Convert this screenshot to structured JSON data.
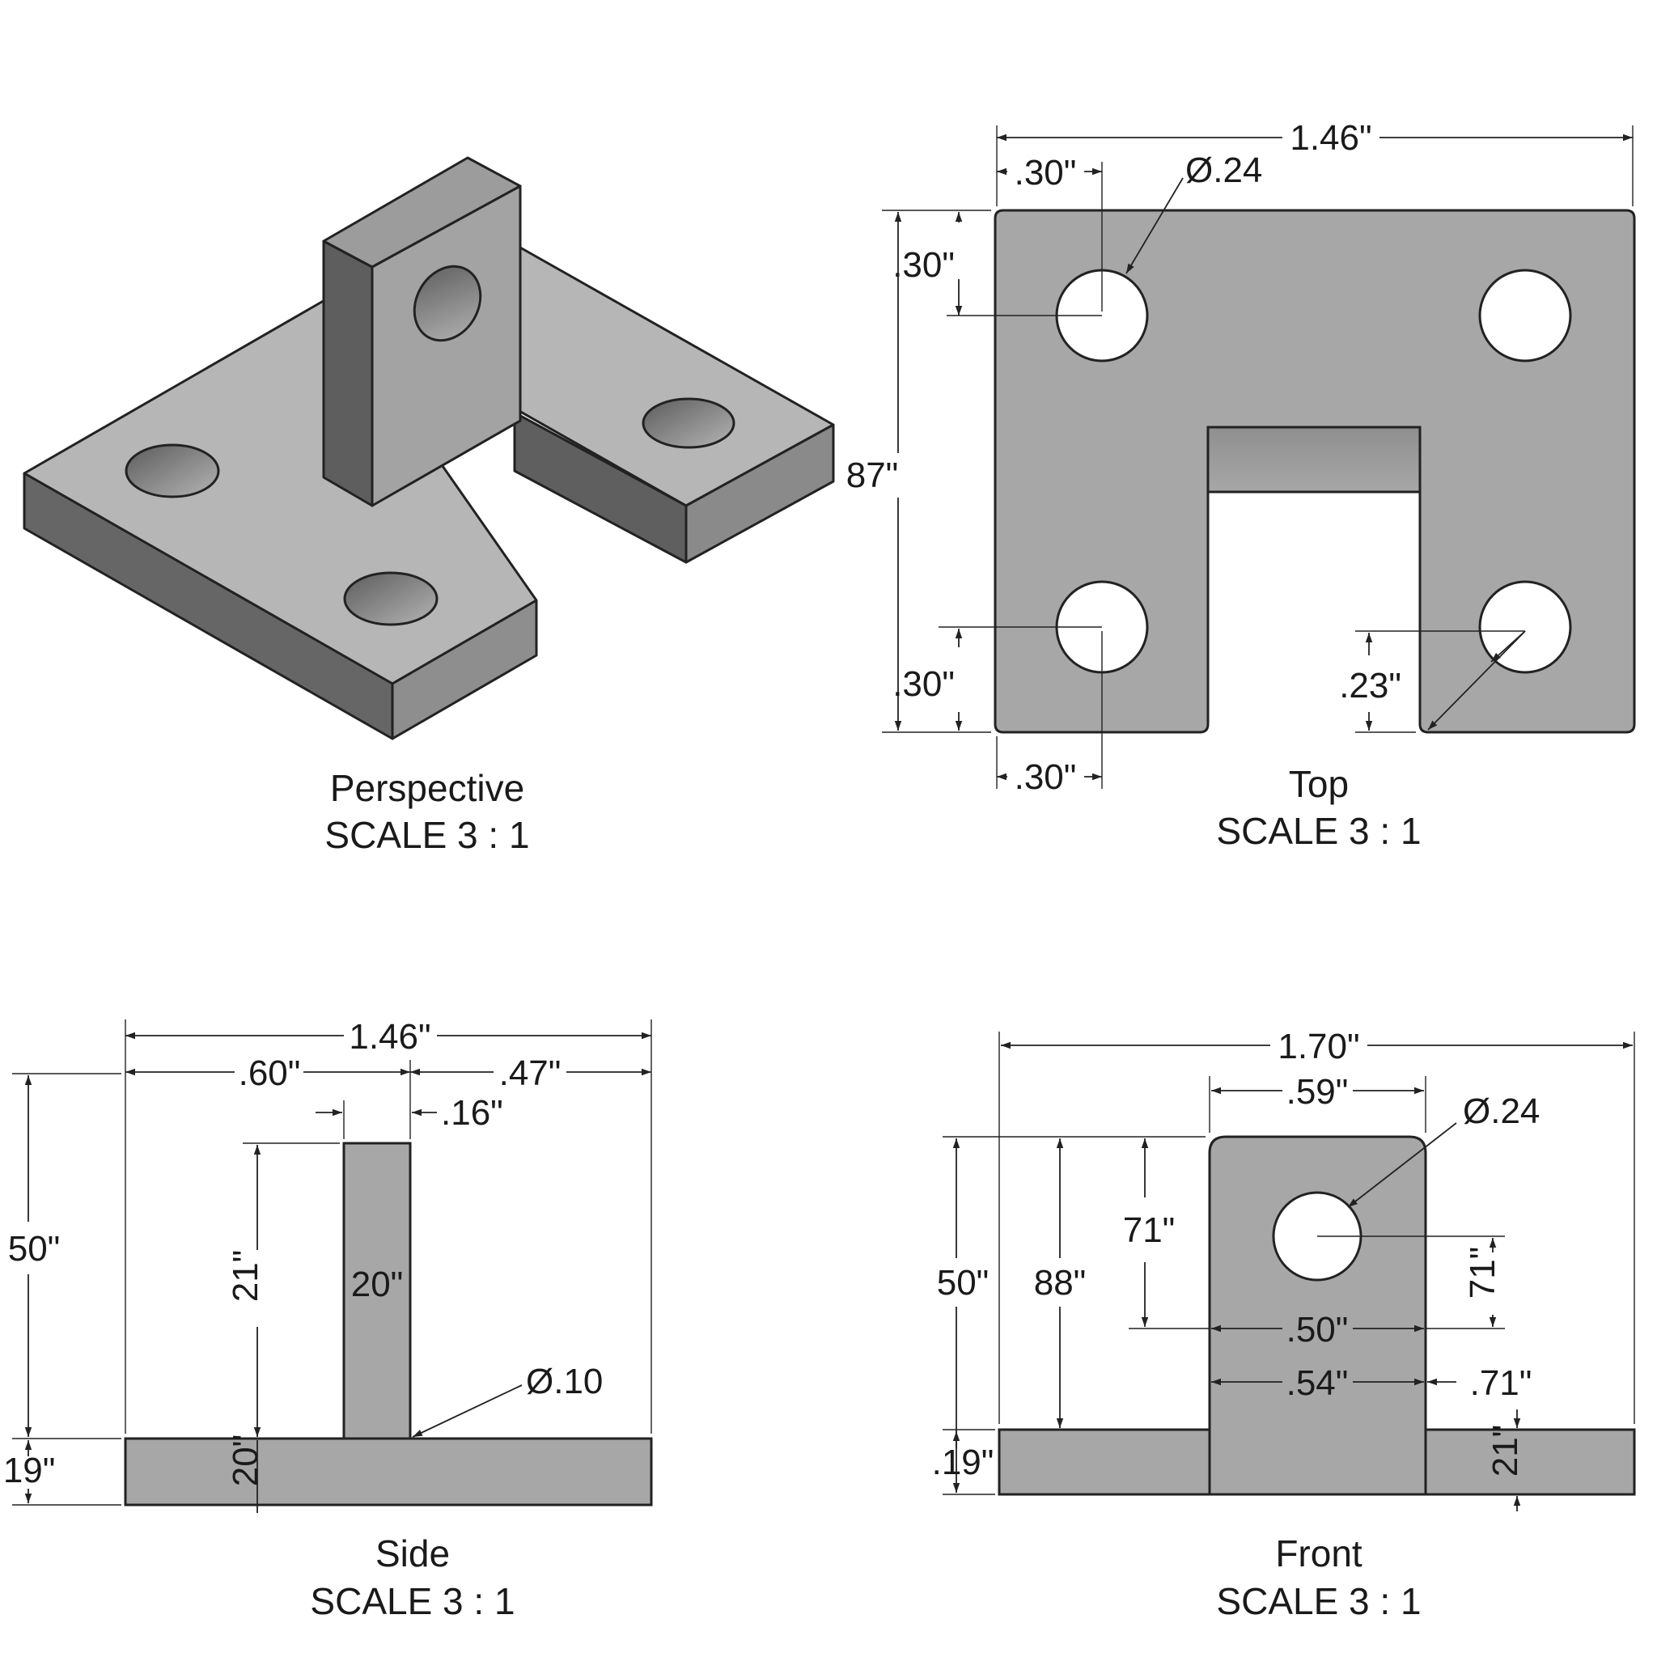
{
  "views": {
    "perspective": {
      "name": "Perspective",
      "scale": "SCALE 3 : 1"
    },
    "top": {
      "name": "Top",
      "scale": "SCALE 3 : 1",
      "dims": {
        "overall_width": "1.46\"",
        "hole_offset_x_top": ".30\"",
        "hole_diameter": "Ø.24",
        "hole_offset_y_top": ".30\"",
        "overall_height": "87\"",
        "hole_offset_y_bottom": ".30\"",
        "hole_offset_x_bottom": ".30\"",
        "slot_radius": ".23\""
      }
    },
    "side": {
      "name": "Side",
      "scale": "SCALE 3 : 1",
      "dims": {
        "overall_width": "1.46\"",
        "left_offset": ".60\"",
        "right_offset": ".47\"",
        "post_thickness": ".16\"",
        "overall_height": "50\"",
        "base_thickness": ".19\"",
        "post_height": "21\"",
        "post_inner": "20\"",
        "base_inner": "20\"",
        "fillet_diameter": "Ø.10"
      }
    },
    "front": {
      "name": "Front",
      "scale": "SCALE 3 : 1",
      "dims": {
        "overall_width": "1.70\"",
        "post_width": ".59\"",
        "hole_diameter": "Ø.24",
        "overall_height": "50\"",
        "post_height": "88\"",
        "hole_height": "71\"",
        "hole_height_right": "71\"",
        "hole_span": ".50\"",
        "base_span": ".54\"",
        "right_span": ".71\"",
        "base_thickness": ".19\"",
        "base_right": "21\""
      }
    }
  },
  "colors": {
    "part": "#a7a7a7",
    "outline": "#222222",
    "hole": "#ffffff"
  }
}
